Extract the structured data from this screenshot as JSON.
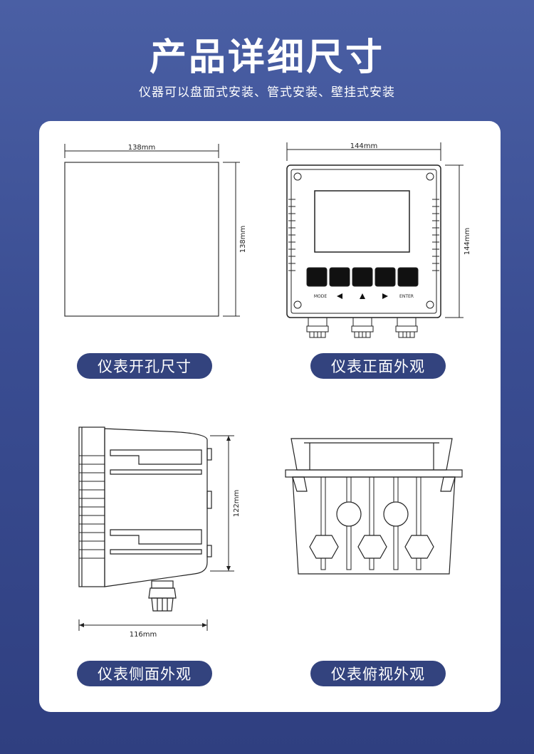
{
  "title": "产品详细尺寸",
  "subtitle": "仪器可以盘面式安装、管式安装、壁挂式安装",
  "views": {
    "cutout": {
      "label": "仪表开孔尺寸",
      "width_dim": "138mm",
      "height_dim": "138mm"
    },
    "front": {
      "label": "仪表正面外观",
      "width_dim": "144mm",
      "height_dim": "144mm",
      "keys": {
        "mode": "MODE",
        "enter": "ENTER"
      }
    },
    "side": {
      "label": "仪表侧面外观",
      "width_dim": "116mm",
      "height_dim": "122mm"
    },
    "top": {
      "label": "仪表俯视外观"
    }
  },
  "colors": {
    "background": "#3f519a",
    "card": "#ffffff",
    "pill": "#33437e",
    "line": "#222222"
  }
}
